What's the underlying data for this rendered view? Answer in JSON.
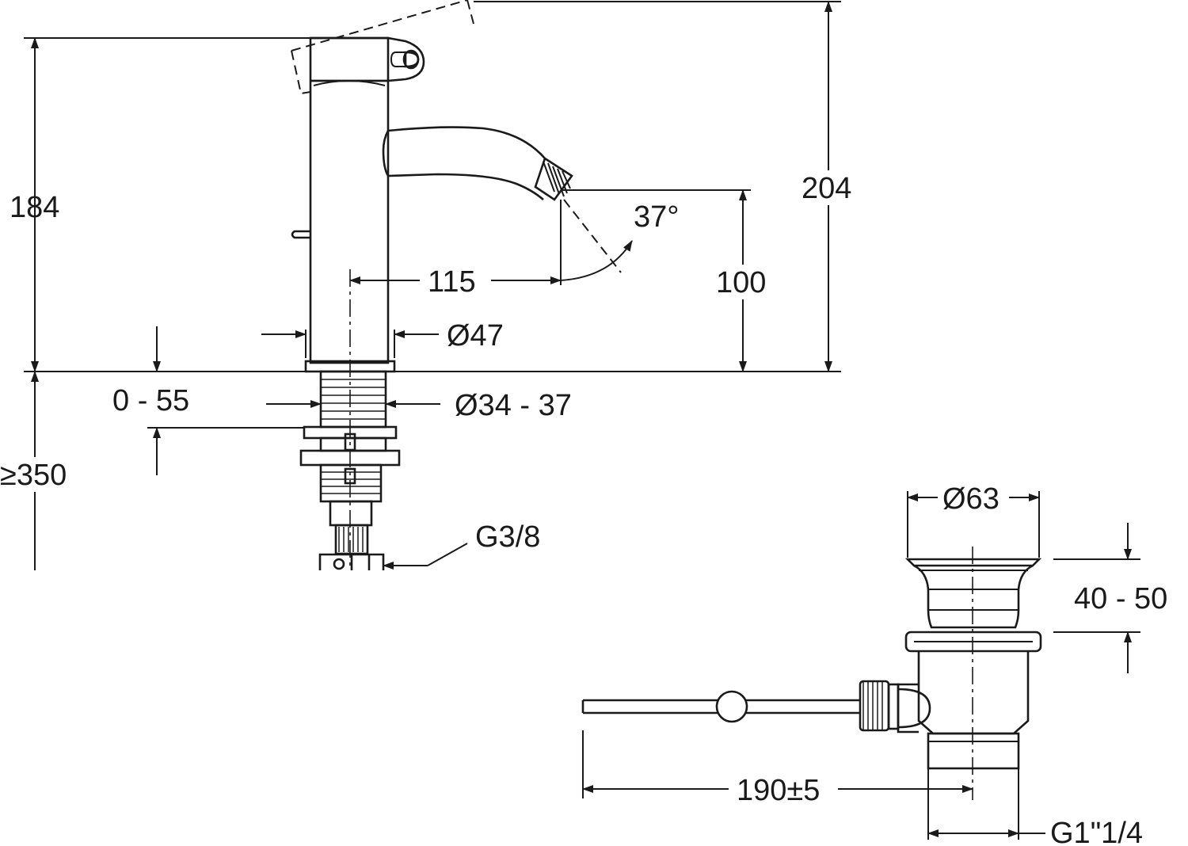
{
  "faucet": {
    "height_total": "204",
    "height_body": "184",
    "spout_height": "100",
    "spout_reach": "115",
    "spout_angle": "37°",
    "body_diameter": "Ø47",
    "deck_thickness": "0 - 55",
    "hole_diameter": "Ø34 - 37",
    "min_clearance": "≥350",
    "connection": "G3/8"
  },
  "drain": {
    "cap_diameter": "Ø63",
    "height_range": "40 - 50",
    "rod_length": "190±5",
    "thread": "G1\"1/4"
  }
}
